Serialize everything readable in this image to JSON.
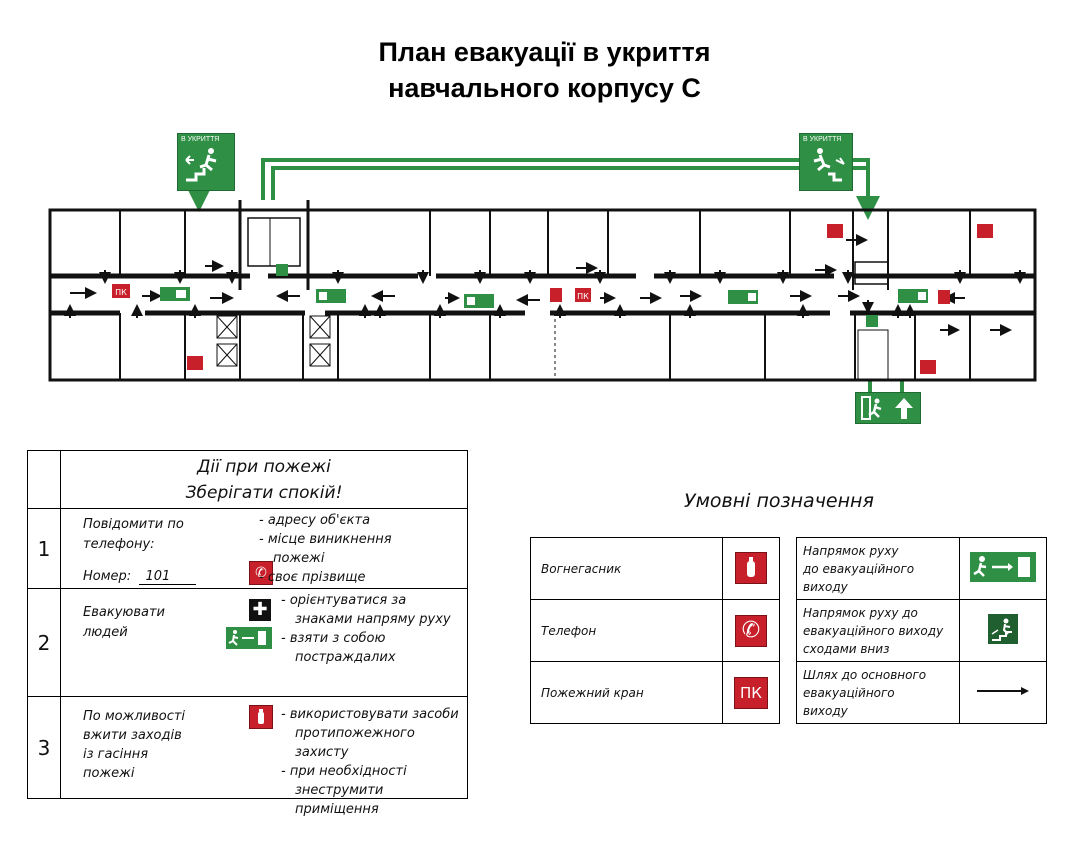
{
  "title": {
    "line1": "План евакуації в укриття",
    "line2": "навчального корпусу С"
  },
  "plan": {
    "shelter_sign_label": "В УКРИТТЯ",
    "hydrant_label": "ПК",
    "colors": {
      "evac_green": "#2f8f45",
      "fire_red": "#c8202a",
      "wall": "#111111"
    },
    "icons": [
      "running-man-exit-icon",
      "stairs-down-icon",
      "arrow-up-icon",
      "telephone-icon",
      "extinguisher-icon",
      "hydrant-icon"
    ]
  },
  "actions": {
    "header_line1": "Дії при пожежі",
    "header_line2": "Зберігати спокій!",
    "rows": [
      {
        "num": "1",
        "left_line1": "Повідомити по",
        "left_line2": "телефону:",
        "number_label": "Номер:",
        "number_value": "101",
        "items": [
          "- адресу об'єкта",
          "- місце виникнення",
          "пожежі",
          "- своє прізвище"
        ]
      },
      {
        "num": "2",
        "left_line1": "Евакуювати",
        "left_line2": "людей",
        "items": [
          "- орієнтуватися за",
          "знаками напряму руху",
          "- взяти з собою",
          "постраждалих"
        ]
      },
      {
        "num": "3",
        "left_line1": "По можливості",
        "left_line2": "вжити заходів",
        "left_line3": "із гасіння",
        "left_line4": "пожежі",
        "items": [
          "- використовувати засоби",
          "протипожежного захисту",
          "- при необхідності",
          "знеструмити приміщення"
        ]
      }
    ]
  },
  "legend": {
    "title": "Умовні позначення",
    "left": [
      {
        "label": "Вогнегасник",
        "icon": "extinguisher-icon"
      },
      {
        "label": "Телефон",
        "icon": "telephone-icon"
      },
      {
        "label": "Пожежний кран",
        "icon": "hydrant-icon",
        "icon_text": "ПК"
      }
    ],
    "right": [
      {
        "line1": "Напрямок руху",
        "line2": "до евакуаційного",
        "line3": "виходу",
        "icon": "running-man-exit-icon"
      },
      {
        "line1": "Напрямок руху до",
        "line2": "евакуаційного виходу",
        "line3": "сходами вниз",
        "icon": "stairs-down-icon"
      },
      {
        "line1": "Шлях до основного",
        "line2": "евакуаційного",
        "line3": "виходу",
        "icon": "arrow-right-icon"
      }
    ]
  }
}
